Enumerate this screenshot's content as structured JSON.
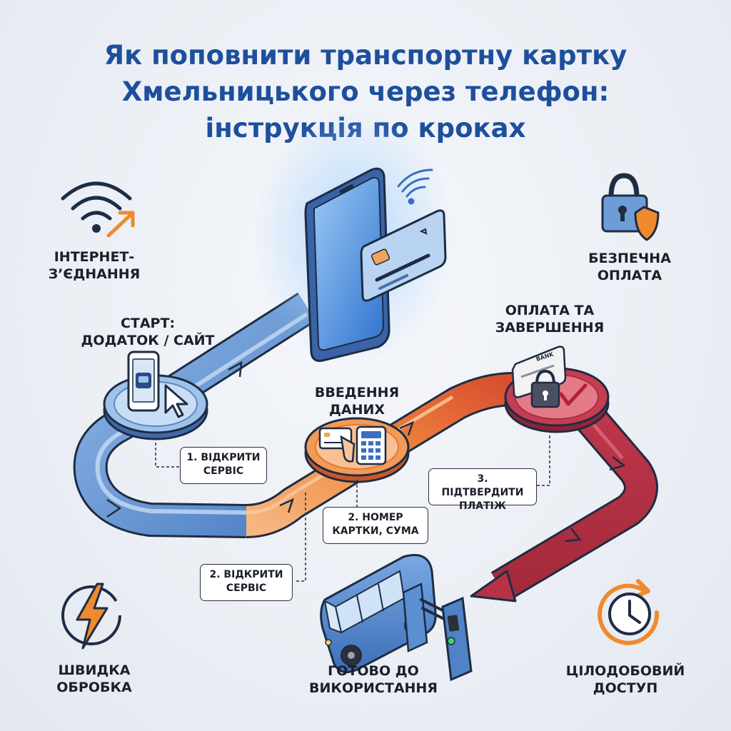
{
  "title": {
    "line1": "Як поповнити транспортну картку",
    "line2": "Хмельницького через телефон:",
    "line3": "інструкція по кроках"
  },
  "features": {
    "internet": {
      "line1": "ІНТЕРНЕТ-",
      "line2": "З’ЄДНАННЯ",
      "icon": "wifi-icon"
    },
    "secure": {
      "line1": "БЕЗПЕЧНА",
      "line2": "ОПЛАТА",
      "icon": "padlock-shield-icon"
    },
    "fast": {
      "line1": "ШВИДКА",
      "line2": "ОБРОБКА",
      "icon": "lightning-icon"
    },
    "allday": {
      "line1": "ЦІЛОДОБОВИЙ",
      "line2": "ДОСТУП",
      "icon": "clock-icon"
    }
  },
  "stages": {
    "start": {
      "line1": "СТАРТ:",
      "line2": "ДОДАТОК / САЙТ"
    },
    "input": {
      "line1": "ВВЕДЕННЯ",
      "line2": "ДАНИХ"
    },
    "payment": {
      "line1": "ОПЛАТА ТА",
      "line2": "ЗАВЕРШЕННЯ"
    },
    "ready": {
      "line1": "ГОТОВО ДО",
      "line2": "ВИКОРИСТАННЯ"
    }
  },
  "steps": {
    "s1": {
      "line1": "1. ВІДКРИТИ",
      "line2": "СЕРВІС"
    },
    "s2a": {
      "line1": "2. НОМЕР",
      "line2": "КАРТКИ, СУМА"
    },
    "s2b": {
      "line1": "2. ВІДКРИТИ",
      "line2": "СЕРВІС"
    },
    "s3": {
      "line1": "3. ПІДТВЕРДИТИ",
      "line2": "ПЛАТІЖ"
    }
  },
  "card_bank_text": "BANK",
  "colors": {
    "title": "#1d4f9c",
    "path_blue": "#5b8fd0",
    "path_orange": "#ef8a3c",
    "path_red": "#b83245",
    "accent_orange": "#f08a2e"
  }
}
